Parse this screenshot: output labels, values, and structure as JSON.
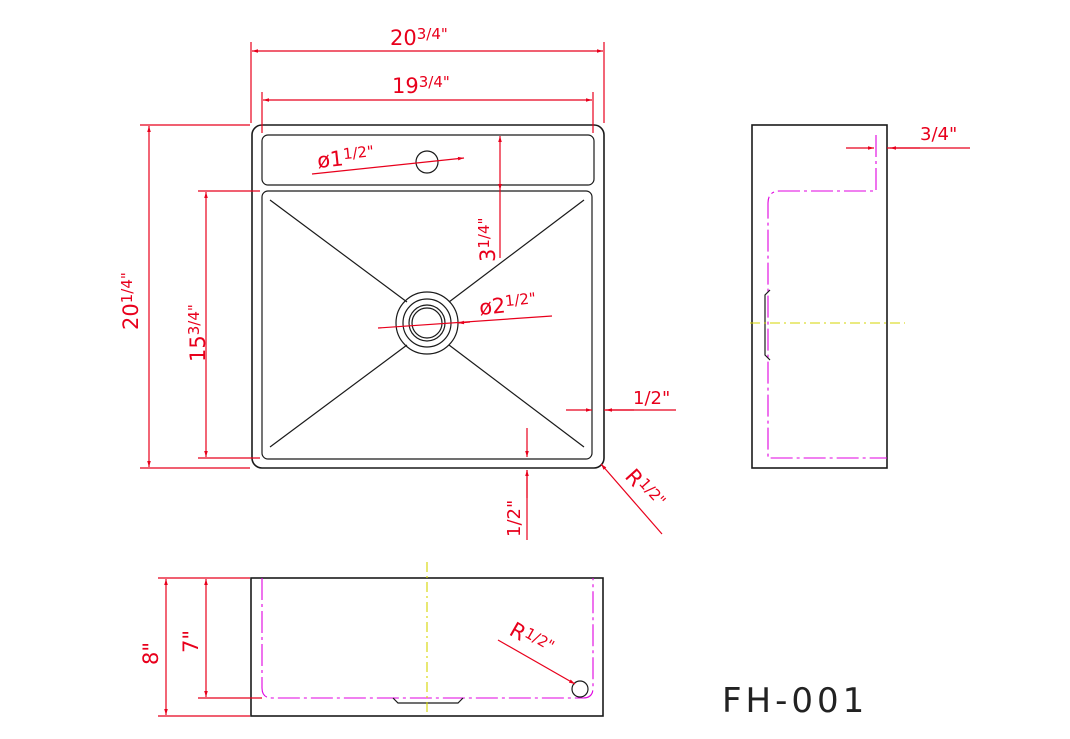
{
  "model": "FH-001",
  "dimensions": {
    "outer_width": "20",
    "outer_width_frac": "3/4\"",
    "inner_width": "19",
    "inner_width_frac": "3/4\"",
    "faucet_hole_prefix": "ø1",
    "faucet_hole_frac": "1/2\"",
    "deck_depth": "3",
    "deck_depth_frac": "1/4\"",
    "drain_prefix": "ø2",
    "drain_frac": "1/2\"",
    "outer_depth": "20",
    "outer_depth_frac": "1/4\"",
    "inner_depth": "15",
    "inner_depth_frac": "3/4\"",
    "side_wall": "1/2\"",
    "front_wall": "1/2\"",
    "corner_radius_top": "R",
    "corner_radius_top_frac": "1/2\"",
    "side_view_wall": "3/4\"",
    "overall_height": "8\"",
    "bowl_height": "7\"",
    "corner_radius_front": "R",
    "corner_radius_front_frac": "1/2\""
  },
  "colors": {
    "dimension": "#e8001c",
    "outline": "#1a1a1a",
    "hidden": "#e000e0",
    "centerline": "#d6d600"
  }
}
